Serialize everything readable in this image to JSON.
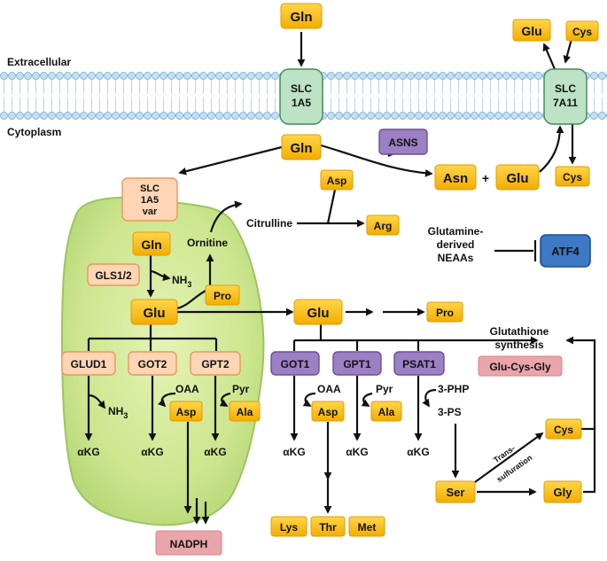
{
  "labels": {
    "extracellular": "Extracellular",
    "cytoplasm": "Cytoplasm",
    "gln_ext": "Gln",
    "slc1a5": [
      "SLC",
      "1A5"
    ],
    "slc7a11": [
      "SLC",
      "7A11"
    ],
    "glu_out": "Glu",
    "cys_in_ext": "Cys",
    "cys_cyto": "Cys",
    "gln_cyto": "Gln",
    "asns": "ASNS",
    "asp_cyto": "Asp",
    "asn": "Asn",
    "plus": "+",
    "glu_cyto_top": "Glu",
    "slc1a5_var": [
      "SLC",
      "1A5",
      "var"
    ],
    "citrulline": "Citrulline",
    "arg": "Arg",
    "ornitine": "Ornitine",
    "gln_mito": "Gln",
    "gls": "GLS1/2",
    "nh3_sym": "NH",
    "nh3_sub": "3",
    "pro_mito": "Pro",
    "glu_mito": "Glu",
    "glu_main": "Glu",
    "pro_cyto": "Pro",
    "glut_neaa": [
      "Glutamine-",
      "derived",
      "NEAAs"
    ],
    "atf4": "ATF4",
    "glud1": "GLUD1",
    "got2": "GOT2",
    "gpt2": "GPT2",
    "got1": "GOT1",
    "gpt1": "GPT1",
    "psat1": "PSAT1",
    "glutathione": [
      "Glutathione",
      "synthesis"
    ],
    "glu_cys_gly": "Glu-Cys-Gly",
    "oaa": "OAA",
    "pyr": "Pyr",
    "asp": "Asp",
    "ala": "Ala",
    "php": "3-PHP",
    "ps": "3-PS",
    "akg": "αKG",
    "transsulfuration": [
      "Trans-",
      "sulfuration"
    ],
    "cys_right": "Cys",
    "ser": "Ser",
    "gly": "Gly",
    "nadph": "NADPH",
    "lys": "Lys",
    "thr": "Thr",
    "met": "Met"
  }
}
